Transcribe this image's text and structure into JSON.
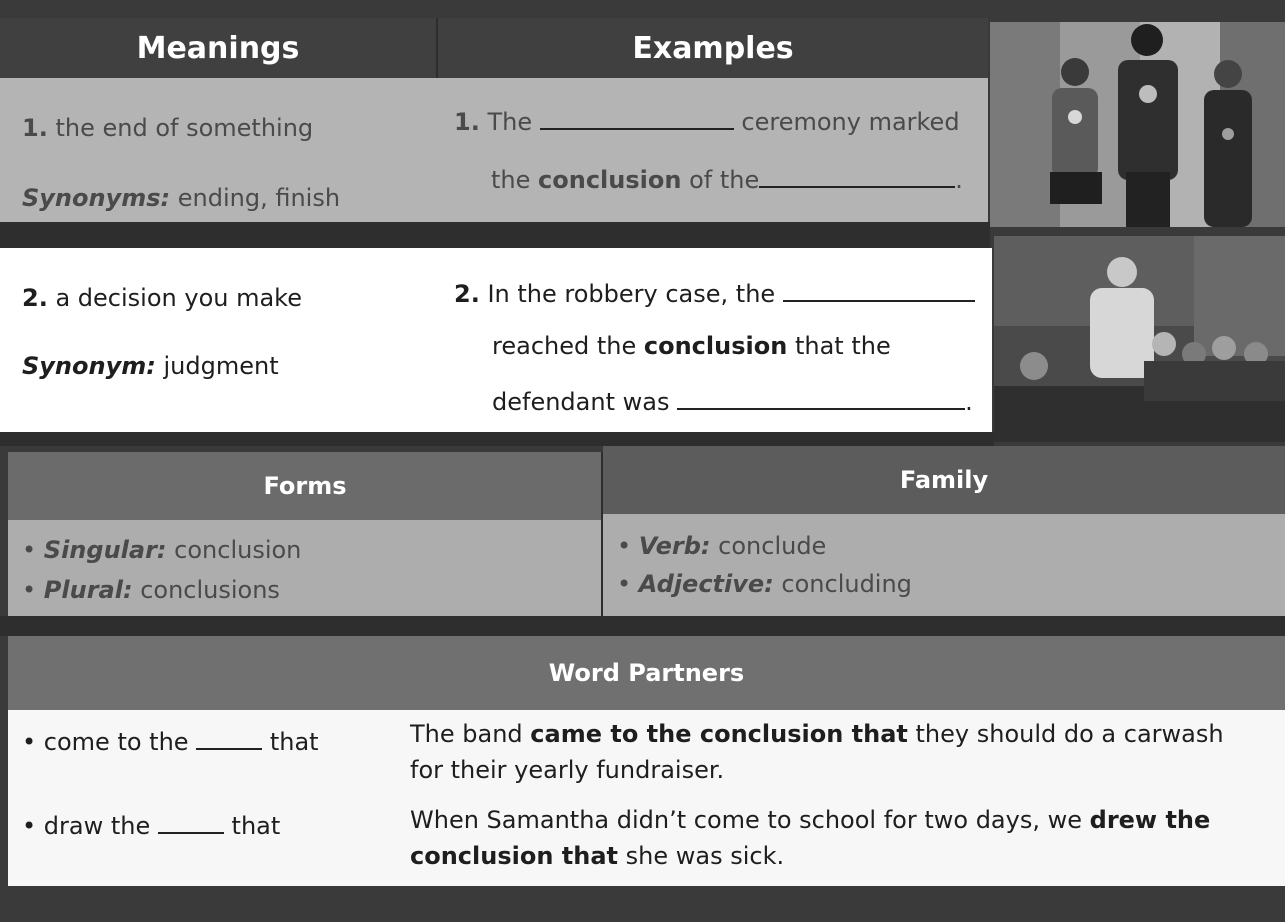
{
  "headers": {
    "meanings": "Meanings",
    "examples": "Examples"
  },
  "meaning1": {
    "num": "1.",
    "text": "the end of something",
    "syn_label": "Synonyms:",
    "syn_value": "ending, finish"
  },
  "example1": {
    "num": "1.",
    "part1": "The",
    "part2": "ceremony marked",
    "part3": "the",
    "bold": "conclusion",
    "part4": "of the",
    "end": "."
  },
  "meaning2": {
    "num": "2.",
    "text": "a decision you make",
    "syn_label": "Synonym:",
    "syn_value": "judgment"
  },
  "example2": {
    "num": "2.",
    "part1": "In the robbery case, the",
    "part2": "reached the",
    "bold": "conclusion",
    "part3": "that the",
    "part4": "defendant was",
    "end": "."
  },
  "forms": {
    "title": "Forms",
    "items": [
      {
        "label": "Singular:",
        "value": "conclusion"
      },
      {
        "label": "Plural:",
        "value": "conclusions"
      }
    ]
  },
  "family": {
    "title": "Family",
    "items": [
      {
        "label": "Verb:",
        "value": "conclude"
      },
      {
        "label": "Adjective:",
        "value": "concluding"
      }
    ]
  },
  "partners": {
    "title": "Word Partners",
    "rows": [
      {
        "phrase_a": "come to the",
        "phrase_b": "that",
        "ex_pre": "The band",
        "ex_bold": "came to the conclusion that",
        "ex_post": "they should do a carwash",
        "ex_line2": "for their yearly fundraiser."
      },
      {
        "phrase_a": "draw the",
        "phrase_b": "that",
        "ex_pre": "When Samantha didn’t come to school for two days, we",
        "ex_bold": "drew the",
        "ex_bold2": "conclusion that",
        "ex_post": "she was sick."
      }
    ]
  },
  "bullet": "•",
  "icons": {
    "photo1": "medal-ceremony-photo",
    "photo2": "courtroom-jury-photo"
  }
}
